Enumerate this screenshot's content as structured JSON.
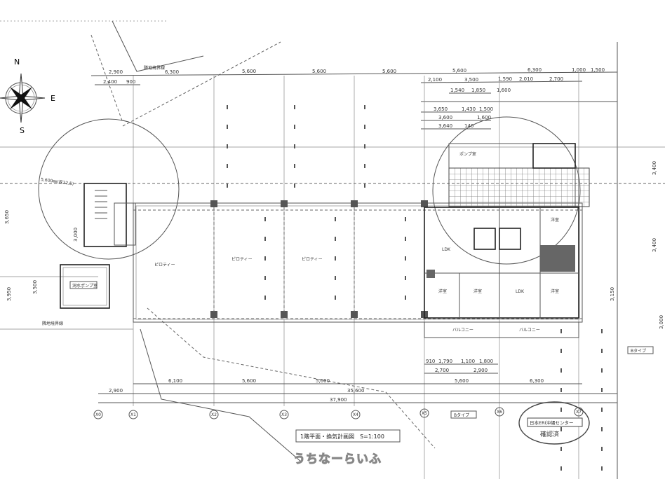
{
  "compass": {
    "n": "N",
    "e": "E",
    "s": "S"
  },
  "dims_top": [
    "2,900",
    "6,300",
    "5,600",
    "5,600",
    "5,600",
    "5,600",
    "6,300",
    "1,000",
    "1,500"
  ],
  "dims_top2": [
    "2,400",
    "900",
    "2,100",
    "3,500",
    "1,590",
    "2,010",
    "2,700"
  ],
  "dims_top3": [
    "1,540",
    "1,850",
    "1,600",
    "3,650",
    "1,430",
    "1,500",
    "3,600",
    "1,600",
    "3,640",
    "140"
  ],
  "dims_bottom": [
    "6,100",
    "5,600",
    "5,600",
    "5,600",
    "6,300"
  ],
  "dims_bottom2": [
    "2,900",
    "35,600",
    "37,900"
  ],
  "dims_unit": [
    "910",
    "1,790",
    "1,100",
    "1,800",
    "2,700",
    "2,900"
  ],
  "dims_left": [
    "3,650",
    "3,000",
    "3,500",
    "3,950"
  ],
  "dims_right": [
    "3,400",
    "3,150",
    "3,400",
    "3,000"
  ],
  "grid_labels": [
    "X0",
    "X1",
    "X2",
    "X3",
    "X4",
    "X5",
    "X6",
    "X7"
  ],
  "labels": {
    "piloti": "ピロティー",
    "pump_room": "ポンプ室",
    "water_pump_room": "洞水ポンプ室",
    "ldk": "LDK",
    "bedroom": "洋室",
    "balcony": "バルコニー",
    "b_type": "Bタイプ",
    "radius": "5,600㎜(返22.5)",
    "boundary": "隣地境界線"
  },
  "title_block": "1階平面・換気計画図　S=1:100",
  "stamp": {
    "top": "確認済",
    "middle": "日本ERI沖縄センター"
  },
  "watermark": "うちなーらいふ"
}
